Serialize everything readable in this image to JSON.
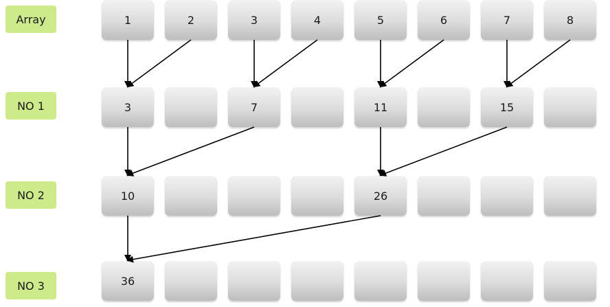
{
  "rows": [
    {
      "label": "Array",
      "cells": [
        "1",
        "2",
        "3",
        "4",
        "5",
        "6",
        "7",
        "8"
      ]
    },
    {
      "label": "NO 1",
      "cells": [
        "3",
        "",
        "7",
        "",
        "11",
        "",
        "15",
        ""
      ]
    },
    {
      "label": "NO 2",
      "cells": [
        "10",
        "",
        "",
        "",
        "26",
        "",
        "",
        ""
      ]
    },
    {
      "label": "NO 3",
      "cells": [
        "36",
        "",
        "",
        "",
        "",
        "",
        "",
        ""
      ]
    }
  ],
  "edges": [
    {
      "from": [
        0,
        0
      ],
      "to": [
        1,
        0
      ]
    },
    {
      "from": [
        0,
        1
      ],
      "to": [
        1,
        0
      ]
    },
    {
      "from": [
        0,
        2
      ],
      "to": [
        1,
        2
      ]
    },
    {
      "from": [
        0,
        3
      ],
      "to": [
        1,
        2
      ]
    },
    {
      "from": [
        0,
        4
      ],
      "to": [
        1,
        4
      ]
    },
    {
      "from": [
        0,
        5
      ],
      "to": [
        1,
        4
      ]
    },
    {
      "from": [
        0,
        6
      ],
      "to": [
        1,
        6
      ]
    },
    {
      "from": [
        0,
        7
      ],
      "to": [
        1,
        6
      ]
    },
    {
      "from": [
        1,
        0
      ],
      "to": [
        2,
        0
      ]
    },
    {
      "from": [
        1,
        2
      ],
      "to": [
        2,
        0
      ]
    },
    {
      "from": [
        1,
        4
      ],
      "to": [
        2,
        4
      ]
    },
    {
      "from": [
        1,
        6
      ],
      "to": [
        2,
        4
      ]
    },
    {
      "from": [
        2,
        0
      ],
      "to": [
        3,
        0
      ]
    },
    {
      "from": [
        2,
        4
      ],
      "to": [
        3,
        0
      ]
    }
  ],
  "colors": {
    "label_bg": "#cdeb8b",
    "arrow": "#000000"
  }
}
